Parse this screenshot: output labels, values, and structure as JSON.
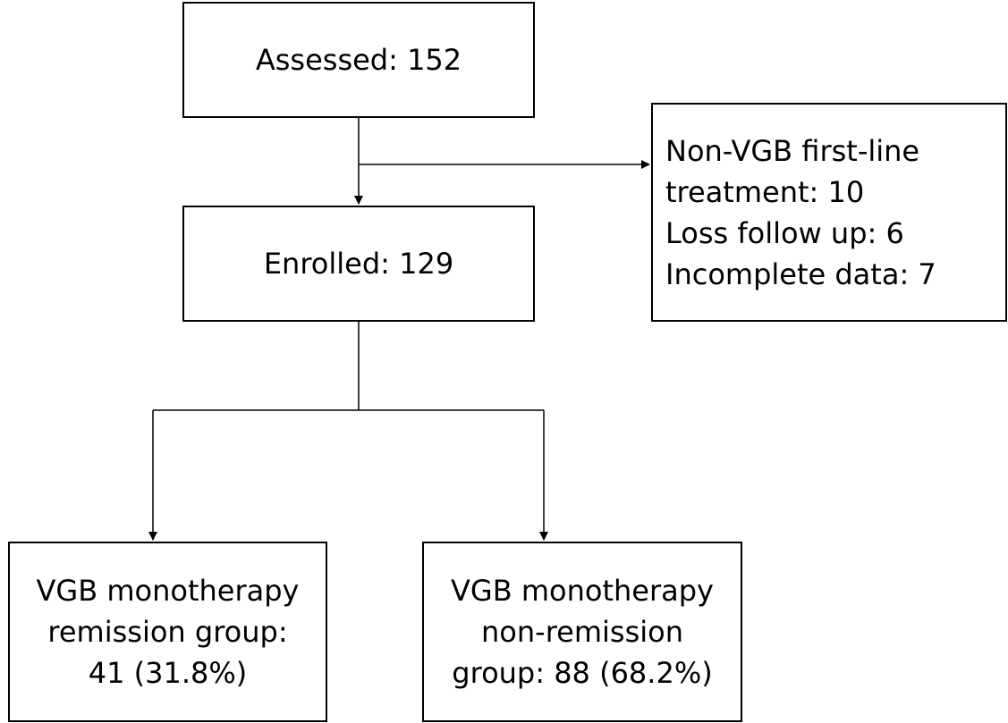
{
  "flowchart": {
    "assessed": {
      "text": "Assessed: 152"
    },
    "enrolled": {
      "text": "Enrolled: 129"
    },
    "excluded": {
      "lines": [
        "Non-VGB first-line",
        "treatment: 10",
        "Loss follow up: 6",
        "Incomplete data: 7"
      ]
    },
    "remission": {
      "lines": [
        "VGB monotherapy",
        "remission group:",
        "41 (31.8%)"
      ]
    },
    "non_remission": {
      "lines": [
        "VGB monotherapy",
        "non-remission",
        "group: 88 (68.2%)"
      ]
    }
  },
  "colors": {
    "line": "#000000",
    "box_border": "#000000",
    "background": "#ffffff"
  }
}
